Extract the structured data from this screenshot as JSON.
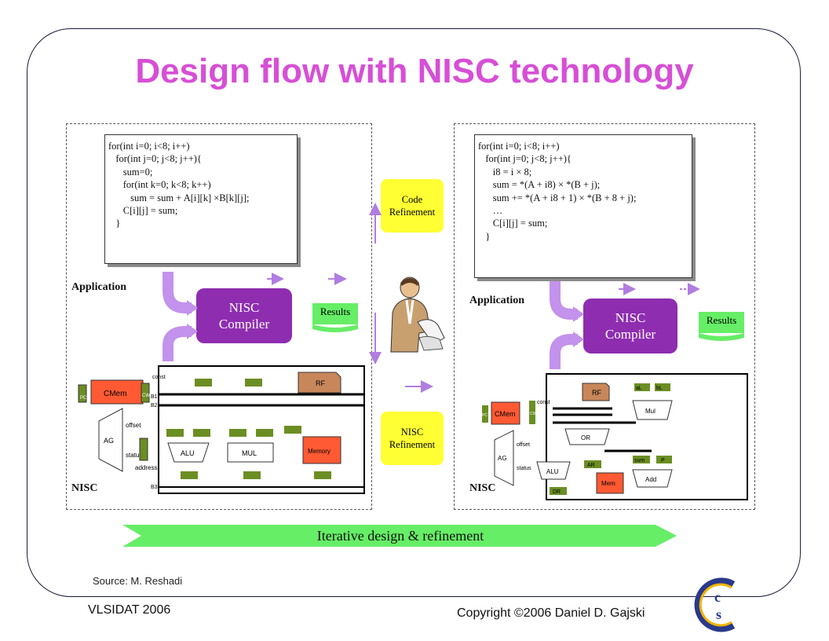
{
  "title": "Design flow with NISC technology",
  "left": {
    "code": [
      "for(int i=0; i<8; i++)",
      "   for(int j=0; j<8; j++){",
      "      sum=0;",
      "      for(int k=0; k<8; k++)",
      "         sum = sum + A[i][k] ×B[k][j];",
      "      C[i][j] = sum;",
      "   }"
    ],
    "application_label": "Application",
    "compiler_label": "NISC\nCompiler",
    "results_label": "Results",
    "nisc_label": "NISC"
  },
  "right": {
    "code": [
      "for(int i=0; i<8; i++)",
      "   for(int j=0; j<8; j++){",
      "      i8 = i × 8;",
      "      sum = *(A + i8) × *(B + j);",
      "      sum += *(A + i8 + 1) × *(B + 8 + j);",
      "      …",
      "      C[i][j] = sum;",
      "   }"
    ],
    "application_label": "Application",
    "compiler_label": "NISC\nCompiler",
    "results_label": "Results",
    "nisc_label": "NISC"
  },
  "middle": {
    "code_refinement": "Code\nRefinement",
    "nisc_refinement": "NISC\nRefinement"
  },
  "iterative_label": "Iterative design & refinement",
  "source": "Source: M. Reshadi",
  "footer_left": "VLSIDAT 2006",
  "footer_right": "Copyright ©2006 Daniel D. Gajski",
  "logo_letters": "CECS",
  "hw_left": {
    "cmem": "CMem",
    "rf": "RF",
    "alu": "ALU",
    "mul": "MUL",
    "memory": "Memory",
    "ag": "AG",
    "offset": "offset",
    "status": "status",
    "address": "address",
    "const": "const",
    "b1": "B1",
    "b2": "B2",
    "b3": "B3",
    "pc": "PC",
    "cw": "CW"
  },
  "hw_right": {
    "cmem": "CMem",
    "rf": "RF",
    "or": "OR",
    "alu": "ALU",
    "mem": "Mem",
    "mul": "Mul",
    "add": "Add",
    "ag": "AG",
    "offset": "offset",
    "status": "status",
    "const": "const",
    "ar": "AR",
    "dr": "DR",
    "al": "aL",
    "bl": "bL",
    "sum": "sum",
    "p": "P",
    "pc": "PC",
    "cw": "CW"
  },
  "colors": {
    "title": "#d64fd6",
    "compiler": "#8e2db0",
    "results": "#66ee66",
    "refinement": "#ffff33",
    "arrow": "#b07de0",
    "hw_green": "#6b8e23",
    "cmem": "#ff5a33",
    "rf": "#c8875a",
    "iterative": "#66ee66"
  }
}
